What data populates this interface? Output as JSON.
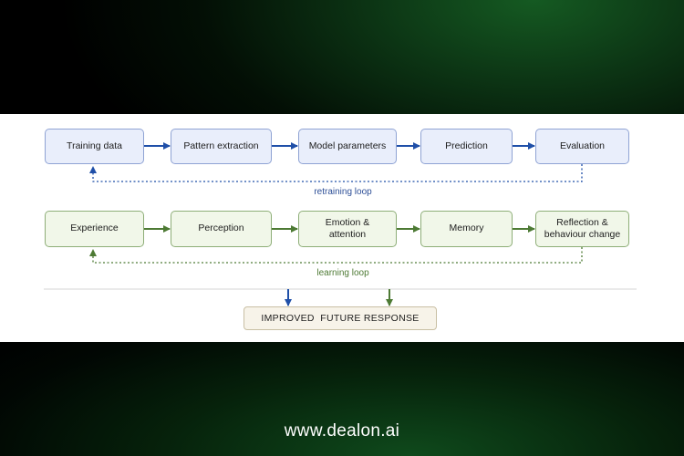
{
  "diagram": {
    "top_row": [
      "Training data",
      "Pattern extraction",
      "Model parameters",
      "Prediction",
      "Evaluation"
    ],
    "top_loop_label": "retraining loop",
    "bottom_row": [
      "Experience",
      "Perception",
      "Emotion &\nattention",
      "Memory",
      "Reflection &\nbehaviour change"
    ],
    "bottom_loop_label": "learning loop",
    "result": "IMPROVED  FUTURE RESPONSE"
  },
  "colors": {
    "blue_accent": "#1f4fa8",
    "green_accent": "#4d7a34"
  },
  "footer": {
    "website": "www.dealon.ai"
  }
}
